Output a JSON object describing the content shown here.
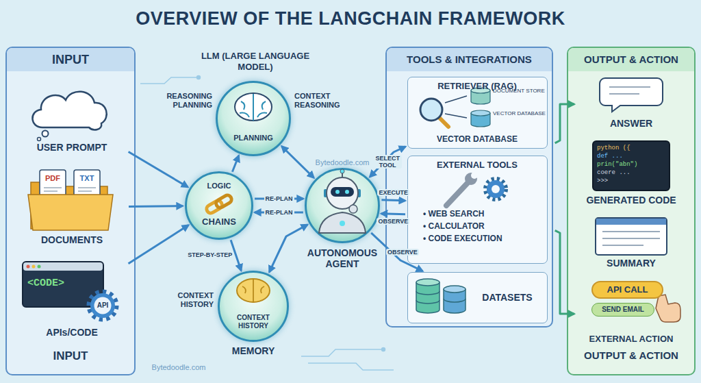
{
  "diagram": {
    "title": "OVERVIEW OF THE LANGCHAIN FRAMEWORK",
    "nodes": [
      {
        "text": [
          "INPUT",
          "INPUT"
        ]
      },
      {
        "text": [
          "USER PROMPT"
        ],
        "in": 0
      },
      {
        "text": [
          "DOCUMENTS"
        ],
        "in": 0
      },
      {
        "text": [
          "APIs/CODE"
        ],
        "in": 0
      },
      {
        "text": [
          "LLM (LARGE LANGUAGE MODEL)",
          "PLANNING"
        ]
      },
      {
        "text": [
          "LOGIC",
          "CHAINS"
        ]
      },
      {
        "text": [
          "AUTONOMOUS AGENT"
        ]
      },
      {
        "text": [
          "CONTEXT HISTORY",
          "MEMORY"
        ]
      },
      {
        "text": [
          "TOOLS & INTEGRATIONS"
        ]
      },
      {
        "text": [
          "RETRIEVER (RAG)",
          "VECTOR DATABASE"
        ],
        "in": 8
      },
      {
        "text": [
          "EXTERNAL TOOLS",
          "• WEB SEARCH",
          "• CALCULATOR",
          "• CODE EXECUTION"
        ],
        "in": 8
      },
      {
        "text": [
          "DATASETS"
        ],
        "in": 8
      },
      {
        "text": [
          "OUTPUT & ACTION",
          "OUTPUT & ACTION"
        ]
      },
      {
        "text": [
          "ANSWER"
        ],
        "in": 12
      },
      {
        "text": [
          "GENERATED CODE"
        ],
        "in": 12
      },
      {
        "text": [
          "SUMMARY"
        ],
        "in": 12
      },
      {
        "text": [
          "API CALL",
          "SEND EMAIL",
          "EXTERNAL ACTION"
        ],
        "in": 12
      }
    ],
    "edges": [
      {
        "from": 1,
        "to": 5,
        "arrow": "to"
      },
      {
        "from": 2,
        "to": 5,
        "arrow": "to"
      },
      {
        "from": 3,
        "to": 5,
        "arrow": "to"
      },
      {
        "from": 5,
        "to": 4,
        "arrow": "to"
      },
      {
        "from": 4,
        "to": 6,
        "arrow": "both"
      },
      {
        "from": 5,
        "to": 6,
        "label": "RE-PLAN",
        "arrow": "to"
      },
      {
        "from": 6,
        "to": 5,
        "label": "RE-PLAN",
        "arrow": "to"
      },
      {
        "from": 5,
        "to": 7,
        "label": "STEP-BY-STEP",
        "arrow": "to"
      },
      {
        "from": 7,
        "to": 6,
        "arrow": "both"
      },
      {
        "from": 6,
        "to": 9,
        "label": "SELECT TOOL",
        "arrow": "both"
      },
      {
        "from": 6,
        "to": 10,
        "label": "EXECUTE",
        "arrow": "to"
      },
      {
        "from": 10,
        "to": 6,
        "label": "OBSERVE",
        "arrow": "to"
      },
      {
        "from": 6,
        "to": 11,
        "label": "OBSERVE",
        "arrow": "to"
      },
      {
        "from": 8,
        "to": 13,
        "arrow": "to"
      },
      {
        "from": 8,
        "to": 16,
        "arrow": "to"
      }
    ],
    "labels": [
      "REASONING PLANNING",
      "CONTEXT REASONING",
      "CONTEXT HISTORY",
      "PDF",
      "TXT",
      "<CODE>",
      "API",
      "DOCUMENT STORE",
      "VECTOR DATABASE",
      "python ({",
      "def ...",
      "prin(\"abn\")",
      "coere ...",
      ">>>",
      "Bytedoodle.com",
      "Bytedoodle.com"
    ]
  }
}
